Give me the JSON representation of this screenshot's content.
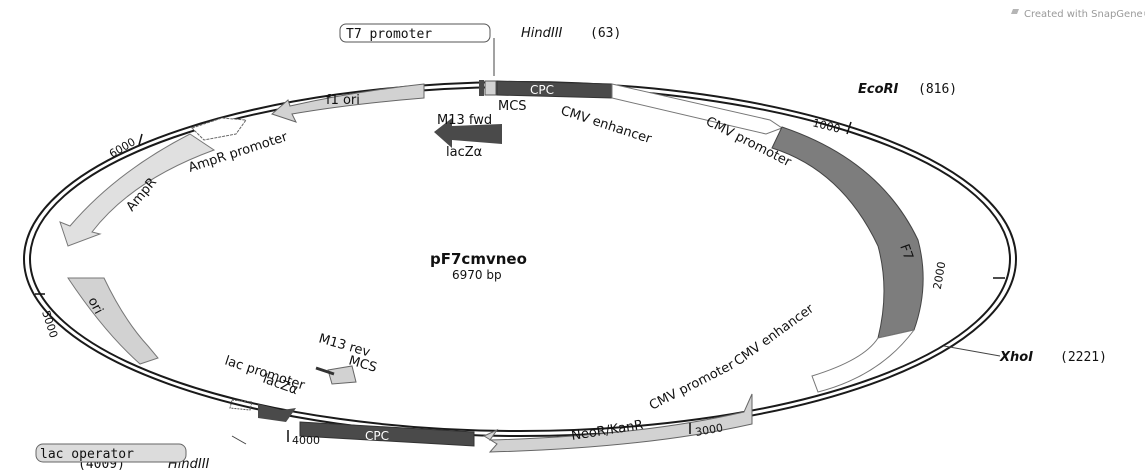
{
  "credit": "Created with SnapGene®",
  "plasmid": {
    "name": "pF7cmvneo",
    "size": "6970 bp"
  },
  "sites": {
    "hind_top": {
      "name": "HindIII",
      "pos": "(63)"
    },
    "ecori": {
      "name": "EcoRI",
      "pos": "(816)"
    },
    "xhoi": {
      "name": "XhoI",
      "pos": "(2221)"
    },
    "hind_bottom": {
      "name": "HindIII",
      "pos": "(4009)"
    }
  },
  "boxed_labels": {
    "t7": "T7 promoter",
    "lac_operator": "lac operator"
  },
  "features": {
    "cpc_top": "CPC",
    "cpc_bottom": "CPC",
    "f7": "F7",
    "neo": "NeoR/KanR",
    "ampr": "AmpR",
    "ori": "ori",
    "f1": "f1 ori",
    "mcs_top": "MCS",
    "m13fwd": "M13 fwd",
    "laczalpha_top": "lacZα",
    "cmv_enh_top": "CMV enhancer",
    "cmv_prom_top": "CMV promoter",
    "cmv_enh_bottom": "CMV enhancer",
    "cmv_prom_bottom": "CMV promoter",
    "ampr_promoter": "AmpR promoter",
    "m13rev": "M13 rev",
    "mcs_bottom": "MCS",
    "lac_promoter": "lac promoter",
    "laczalpha_bottom": "lacZα"
  },
  "ticks": {
    "t1000": "1000",
    "t2000": "2000",
    "t3000": "3000",
    "t4000": "4000",
    "t5000": "5000",
    "t6000": "6000"
  },
  "colors": {
    "dark": "#4a4a4a",
    "mid": "#7d7d7d",
    "light": "#d2d2d2",
    "outline": "#555555"
  }
}
